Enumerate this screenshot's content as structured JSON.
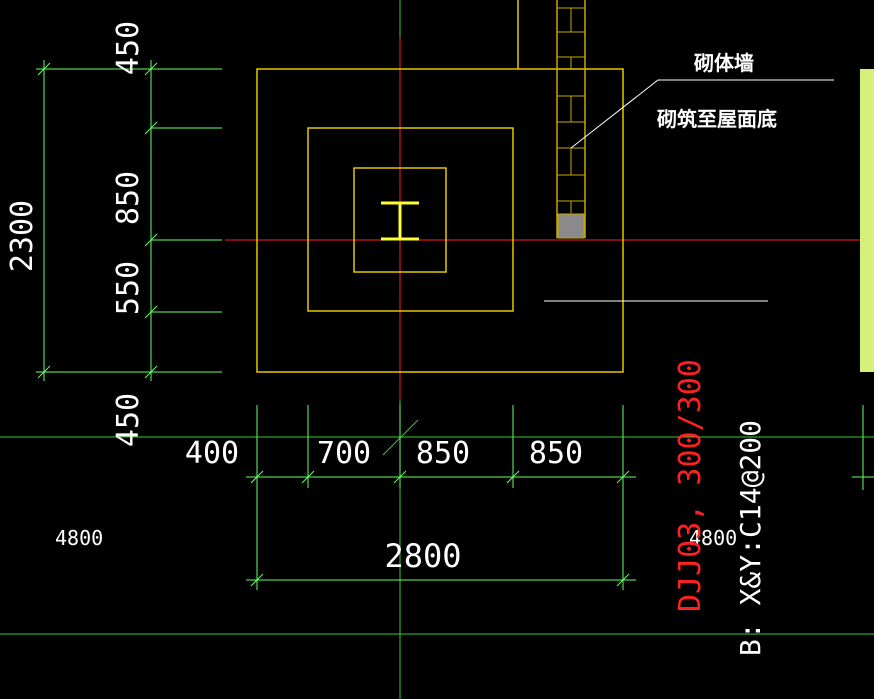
{
  "colors": {
    "background": "#000000",
    "dimension": "#66ff66",
    "grid_green": "#33cc33",
    "axis_red": "#ff2020",
    "footing": "#e6c800",
    "column_steel": "#ffff33",
    "brick_wall": "#c8a800",
    "leader": "#ffffff",
    "panel": "#d7f07a",
    "text": "#ffffff",
    "label_red": "#ff2020"
  },
  "dimensions_vertical": {
    "d1": "450",
    "d2": "850",
    "d3": "550",
    "d4": "450",
    "total": "2300"
  },
  "dimensions_horizontal": {
    "d1": "400",
    "d2": "700",
    "d3": "850",
    "d4": "850",
    "total": "2800"
  },
  "wall_annotation": {
    "title": "砌体墙",
    "note": "砌筑至屋面底"
  },
  "footing_label": "DJJ03, 300/300",
  "reinforcement_label": "B: X&Y:C14@200",
  "spans": {
    "left": "4800",
    "right": "4800"
  }
}
